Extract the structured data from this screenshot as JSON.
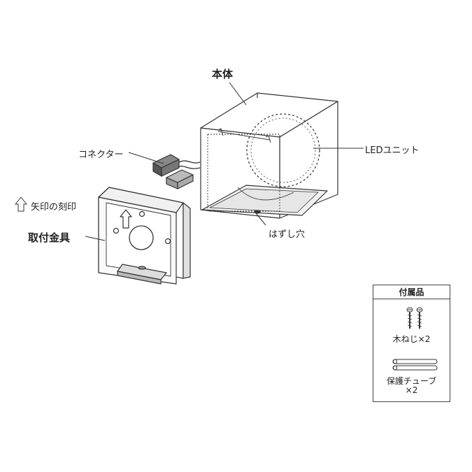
{
  "labels": {
    "body": "本体",
    "led_unit": "LEDユニット",
    "connector": "コネクター",
    "arrow_mark": "矢印の刻印",
    "mount_bracket": "取付金具",
    "release_hole": "はずし穴"
  },
  "accessories": {
    "title": "付属品",
    "wood_screw": "木ねじ×2",
    "protect_tube_line1": "保護チューブ",
    "protect_tube_line2": "×2"
  }
}
